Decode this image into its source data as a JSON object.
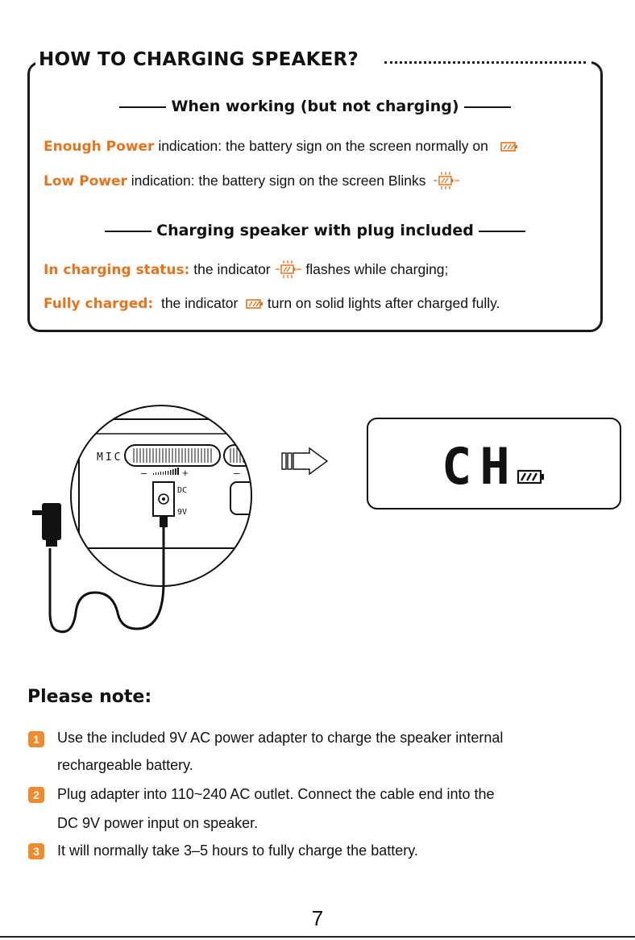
{
  "heading": "HOW TO CHARGING SPEAKER?",
  "sections": [
    {
      "title": "When working (but not charging)",
      "lines": [
        {
          "highlight": "Enough Power",
          "text": " indication: the battery sign on the screen normally on"
        },
        {
          "highlight": "Low Power",
          "text": " indication: the battery sign on the screen Blinks"
        }
      ]
    },
    {
      "title": "Charging speaker with plug included",
      "lines": [
        {
          "highlight": "In charging status:",
          "text_before": " the indicator ",
          "text_after": " flashes while charging;"
        },
        {
          "highlight": "Fully charged:",
          "text_before": "  the indicator ",
          "text_after": " turn on solid lights after charged fully."
        }
      ]
    }
  ],
  "illustration": {
    "panel_mic_label": "MIC",
    "panel_minus": "–",
    "panel_plus": "+",
    "jack_label_top": "DC",
    "jack_label_bottom": "9V",
    "lcd_text": "CH"
  },
  "notes": {
    "title": "Please note:",
    "items": [
      {
        "num": "1",
        "lines": [
          "Use the included 9V AC power adapter to charge the speaker internal",
          "rechargeable battery."
        ]
      },
      {
        "num": "2",
        "lines": [
          "Plug adapter into 110~240 AC outlet. Connect the cable end into the",
          "DC 9V power input on speaker."
        ]
      },
      {
        "num": "3",
        "lines": [
          "It will normally take 3–5 hours to fully charge the battery."
        ]
      }
    ]
  },
  "page_number": "7",
  "colors": {
    "accent": "#e8731c",
    "badge": "#f08a2a",
    "ink": "#111111"
  },
  "icons": [
    "battery-icon",
    "battery-blink-icon",
    "arrow-right-icon",
    "power-adapter-icon"
  ]
}
